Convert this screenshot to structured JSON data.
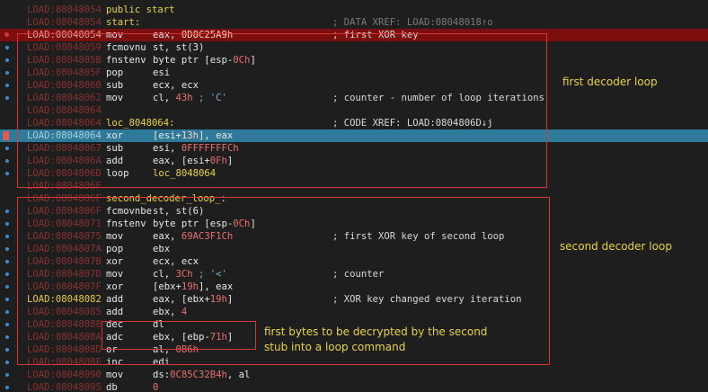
{
  "rows": [
    {
      "addr": "LOAD:08048054",
      "label": "public start",
      "comment": "",
      "style": ""
    },
    {
      "addr": "LOAD:08048054",
      "label": "start:",
      "comment": "; DATA XREF: LOAD:08048018↑o",
      "style": "dim"
    },
    {
      "addr": "LOAD:08048054",
      "mnem": "mov",
      "ops": [
        {
          "t": "eax, "
        },
        {
          "t": "0D8C25A9h",
          "c": "num"
        }
      ],
      "comment": "; first XOR key",
      "style": "hl-red",
      "gutter": "reddot"
    },
    {
      "addr": "LOAD:08048059",
      "mnem": "fcmovnu",
      "ops": [
        {
          "t": "st, st(3)"
        }
      ],
      "comment": "",
      "gutter": "dot"
    },
    {
      "addr": "LOAD:0804805B",
      "mnem": "fnstenv",
      "ops": [
        {
          "t": "byte ptr [esp-"
        },
        {
          "t": "0Ch",
          "c": "num"
        },
        {
          "t": "]"
        }
      ],
      "comment": "",
      "gutter": "dot"
    },
    {
      "addr": "LOAD:0804805F",
      "mnem": "pop",
      "ops": [
        {
          "t": "esi"
        }
      ],
      "comment": "",
      "gutter": "dot"
    },
    {
      "addr": "LOAD:08048060",
      "mnem": "sub",
      "ops": [
        {
          "t": "ecx, ecx"
        }
      ],
      "comment": "",
      "gutter": "dot"
    },
    {
      "addr": "LOAD:08048062",
      "mnem": "mov",
      "ops": [
        {
          "t": "cl, "
        },
        {
          "t": "43h",
          "c": "num"
        },
        {
          "t": " ; 'C'",
          "c": "cyan"
        }
      ],
      "comment": "; counter - number of loop iterations",
      "gutter": "dot"
    },
    {
      "addr": "LOAD:08048064",
      "comment": "",
      "gutter": ""
    },
    {
      "addr": "LOAD:08048064",
      "label": "loc_8048064:",
      "comment": "; CODE XREF: LOAD:0804806D↓j",
      "gutter": ""
    },
    {
      "addr": "LOAD:08048064",
      "mnem": "xor",
      "ops": [
        {
          "t": "[esi+"
        },
        {
          "t": "13h",
          "c": "num"
        },
        {
          "t": "], eax"
        }
      ],
      "comment": "",
      "style": "hl-blue",
      "gutter": "bp"
    },
    {
      "addr": "LOAD:08048067",
      "mnem": "sub",
      "ops": [
        {
          "t": "esi, "
        },
        {
          "t": "0FFFFFFFCh",
          "c": "num"
        }
      ],
      "comment": "",
      "gutter": "dot"
    },
    {
      "addr": "LOAD:0804806A",
      "mnem": "add",
      "ops": [
        {
          "t": "eax, [esi+"
        },
        {
          "t": "0Fh",
          "c": "num"
        },
        {
          "t": "]"
        }
      ],
      "comment": "",
      "gutter": "dot"
    },
    {
      "addr": "LOAD:0804806D",
      "mnem": "loop",
      "ops": [
        {
          "t": "loc_8048064",
          "c": "ylabel"
        }
      ],
      "comment": "",
      "gutter": "dot"
    },
    {
      "addr": "LOAD:0804806F",
      "comment": "",
      "gutter": ""
    },
    {
      "addr": "LOAD:0804806F",
      "label": "second_decoder_loop_:",
      "comment": "",
      "gutter": ""
    },
    {
      "addr": "LOAD:0804806F",
      "mnem": "fcmovnbe",
      "ops": [
        {
          "t": "st, st(6)"
        }
      ],
      "comment": "",
      "gutter": "dot"
    },
    {
      "addr": "LOAD:08048071",
      "mnem": "fnstenv",
      "ops": [
        {
          "t": "byte ptr [esp-"
        },
        {
          "t": "0Ch",
          "c": "num"
        },
        {
          "t": "]"
        }
      ],
      "comment": "",
      "gutter": "dot"
    },
    {
      "addr": "LOAD:08048075",
      "mnem": "mov",
      "ops": [
        {
          "t": "eax, "
        },
        {
          "t": "69AC3F1Ch",
          "c": "num"
        }
      ],
      "comment": "; first XOR key of second loop",
      "gutter": "dot"
    },
    {
      "addr": "LOAD:0804807A",
      "mnem": "pop",
      "ops": [
        {
          "t": "ebx"
        }
      ],
      "comment": "",
      "gutter": "dot"
    },
    {
      "addr": "LOAD:0804807B",
      "mnem": "xor",
      "ops": [
        {
          "t": "ecx, ecx"
        }
      ],
      "comment": "",
      "gutter": "dot"
    },
    {
      "addr": "LOAD:0804807D",
      "mnem": "mov",
      "ops": [
        {
          "t": "cl, "
        },
        {
          "t": "3Ch",
          "c": "num"
        },
        {
          "t": " ; '<'",
          "c": "cyan"
        }
      ],
      "comment": "; counter",
      "gutter": "dot"
    },
    {
      "addr": "LOAD:0804807F",
      "mnem": "xor",
      "ops": [
        {
          "t": "[ebx+"
        },
        {
          "t": "19h",
          "c": "num"
        },
        {
          "t": "], eax"
        }
      ],
      "comment": "",
      "gutter": "dot"
    },
    {
      "addr": "LOAD:08048082",
      "addrStyle": "yellow",
      "mnem": "add",
      "ops": [
        {
          "t": "eax, [ebx+"
        },
        {
          "t": "19h",
          "c": "num"
        },
        {
          "t": "]"
        }
      ],
      "comment": "; XOR key changed every iteration",
      "gutter": "dot"
    },
    {
      "addr": "LOAD:08048085",
      "mnem": "add",
      "ops": [
        {
          "t": "ebx, "
        },
        {
          "t": "4",
          "c": "num"
        }
      ],
      "comment": "",
      "gutter": "dot"
    },
    {
      "addr": "LOAD:08048088",
      "mnem": "dec",
      "ops": [
        {
          "t": "dl"
        }
      ],
      "comment": "",
      "gutter": "dot"
    },
    {
      "addr": "LOAD:0804808A",
      "mnem": "adc",
      "ops": [
        {
          "t": "ebx, [ebp-"
        },
        {
          "t": "71h",
          "c": "num"
        },
        {
          "t": "]"
        }
      ],
      "comment": "",
      "gutter": "dot"
    },
    {
      "addr": "LOAD:0804808D",
      "mnem": "or",
      "ops": [
        {
          "t": "al, "
        },
        {
          "t": "0B6h",
          "c": "num"
        }
      ],
      "comment": "",
      "gutter": "dot"
    },
    {
      "addr": "LOAD:0804808F",
      "mnem": "inc",
      "ops": [
        {
          "t": "edi"
        }
      ],
      "comment": "",
      "gutter": "dot"
    },
    {
      "addr": "LOAD:08048090",
      "mnem": "mov",
      "ops": [
        {
          "t": "ds:"
        },
        {
          "t": "0C85C32B4h",
          "c": "num"
        },
        {
          "t": ", al"
        }
      ],
      "comment": "",
      "gutter": "dot"
    },
    {
      "addr": "LOAD:08048095",
      "mnem": "db",
      "ops": [
        {
          "t": "0",
          "c": "num"
        }
      ],
      "comment": "",
      "gutter": "dot"
    }
  ],
  "annotations": {
    "first_loop": "first decoder loop",
    "second_loop": "second decoder loop",
    "stub_line1": "first bytes to be decrypted by the second",
    "stub_line2": "stub into a loop command"
  },
  "colors": {
    "background": "#1e1e1e",
    "highlight_red": "#7d0e0e",
    "highlight_blue": "#2f7a9a",
    "box_border": "#d93535",
    "annotation_text": "#e6d34a"
  }
}
